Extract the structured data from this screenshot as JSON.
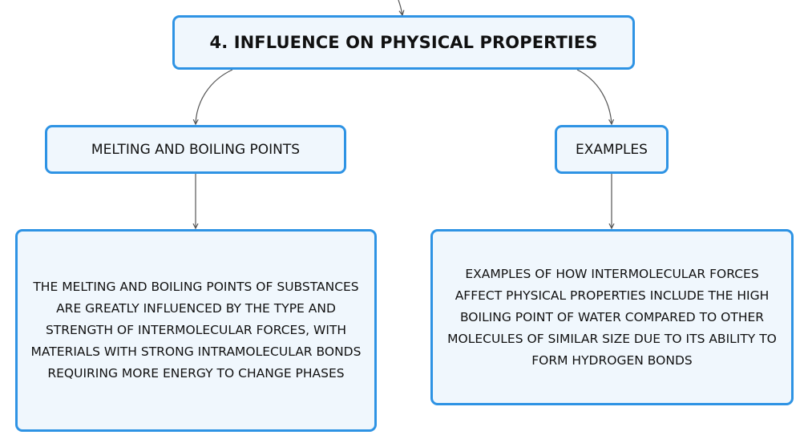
{
  "diagram": {
    "root": {
      "label": "4. INFLUENCE ON PHYSICAL PROPERTIES"
    },
    "branches": [
      {
        "label": "MELTING AND BOILING POINTS",
        "detail": "THE MELTING AND BOILING POINTS OF SUBSTANCES ARE GREATLY INFLUENCED BY THE TYPE AND STRENGTH OF INTERMOLECULAR FORCES, WITH MATERIALS WITH STRONG INTRAMOLECULAR BONDS REQUIRING MORE ENERGY TO CHANGE PHASES"
      },
      {
        "label": "EXAMPLES",
        "detail": "EXAMPLES OF HOW INTERMOLECULAR FORCES AFFECT PHYSICAL PROPERTIES INCLUDE THE HIGH BOILING POINT OF WATER COMPARED TO OTHER MOLECULES OF SIMILAR SIZE DUE TO ITS ABILITY TO FORM HYDROGEN BONDS"
      }
    ],
    "colors": {
      "node_border": "#2e93e4",
      "node_fill": "#f0f7fd",
      "connector": "#555555",
      "text": "#111111"
    }
  }
}
